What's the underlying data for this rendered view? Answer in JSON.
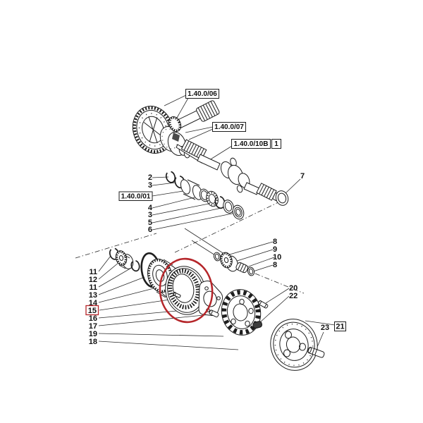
{
  "colors": {
    "line": "#1e1e1e",
    "highlight_red": "#b5262a",
    "background": "#ffffff"
  },
  "ref_labels": {
    "r06": "1.40.0/06",
    "r07": "1.40.0/07",
    "r10b": "1.40.0/10B",
    "r10b_qty": "1",
    "r01": "1.40.0/01",
    "r21": "21"
  },
  "part_numbers": {
    "n2": "2",
    "n3a": "3",
    "n4": "4",
    "n3b": "3",
    "n5": "5",
    "n6": "6",
    "n7": "7",
    "n8a": "8",
    "n9": "9",
    "n10": "10",
    "n8b": "8",
    "n11a": "11",
    "n12": "12",
    "n11b": "11",
    "n13": "13",
    "n14": "14",
    "n15": "15",
    "n16": "16",
    "n17": "17",
    "n19": "19",
    "n18": "18",
    "n20": "20",
    "n22": "22",
    "n23": "23"
  },
  "highlighted_part": "15"
}
